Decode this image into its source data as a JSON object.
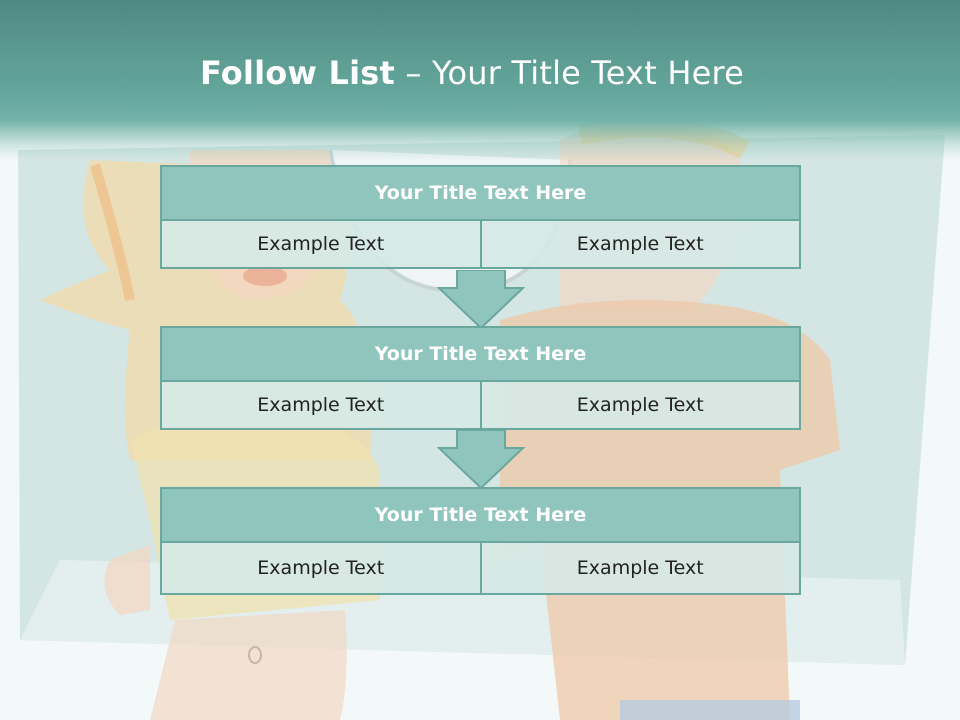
{
  "header": {
    "title_bold": "Follow List",
    "title_rest": "– Your Title Text Here"
  },
  "blocks": [
    {
      "title": "Your Title Text Here",
      "left": "Example Text",
      "right": "Example Text"
    },
    {
      "title": "Your Title Text Here",
      "left": "Example Text",
      "right": "Example Text"
    },
    {
      "title": "Your Title Text Here",
      "left": "Example Text",
      "right": "Example Text"
    }
  ],
  "colors": {
    "header_dark": "#4f8a82",
    "header_light": "#72b2a8",
    "title_fill": "#8fc5bd",
    "cell_fill": "#d6e8e5",
    "border": "#6aa79e",
    "arrow": "#8fc5bd"
  }
}
